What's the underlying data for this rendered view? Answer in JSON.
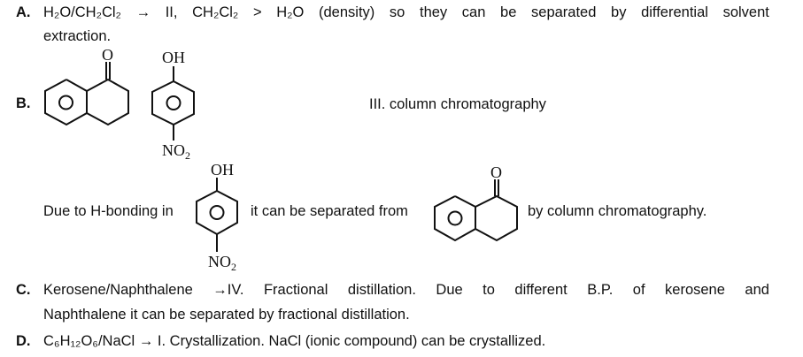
{
  "section_a": {
    "label": "A.",
    "line1_words": [
      "H₂O/CH₂Cl₂",
      "→",
      "II,",
      "CH₂Cl₂",
      ">",
      "H₂O",
      "(density)",
      "so",
      "they",
      "can",
      "be",
      "separated",
      "by",
      "differential",
      "solvent"
    ],
    "line2": "extraction."
  },
  "section_b": {
    "label": "B.",
    "molecule_1": {
      "name": "1-tetralone",
      "carbonyl_label": "O"
    },
    "molecule_2": {
      "name": "4-nitrophenol",
      "top_label": "OH",
      "bottom_label": "NO",
      "bottom_sub": "2"
    },
    "method": "III. column chromatography",
    "explanation_prefix": "Due to H-bonding in",
    "explanation_middle": "it can be separated from",
    "explanation_suffix": "by column chromatography."
  },
  "section_c": {
    "label": "C.",
    "line1_words": [
      "Kerosene/Naphthalene",
      "→IV.",
      "Fractional",
      "distillation.",
      "Due",
      "to",
      "different",
      "B.P.",
      "of",
      "kerosene",
      "and"
    ],
    "line2": "Naphthalene it can be separated by fractional distillation."
  },
  "section_d": {
    "label": "D.",
    "formula": "C₆H₁₂O₆/NaCl",
    "arrow": "→",
    "text": "I. Crystallization. NaCl (ionic compound) can be crystallized."
  }
}
